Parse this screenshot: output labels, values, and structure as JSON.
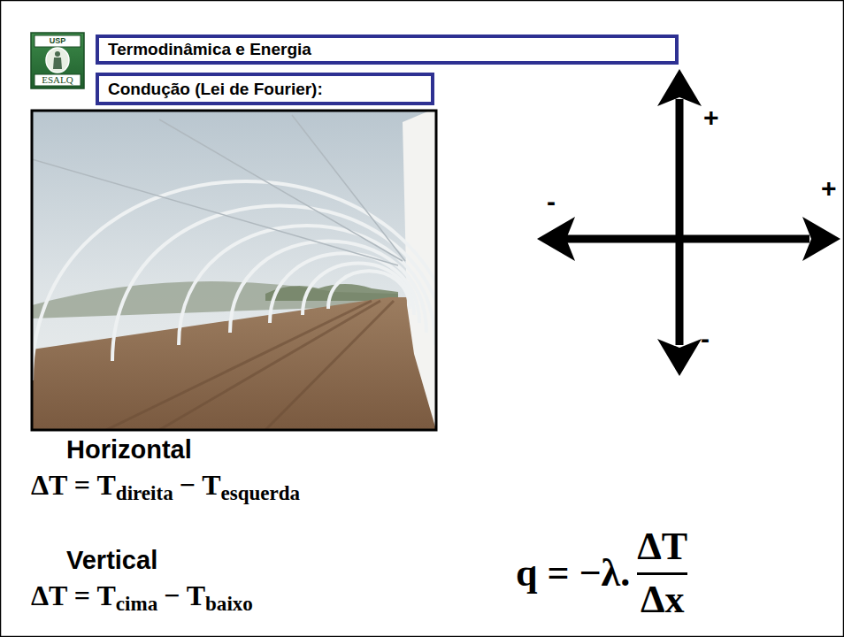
{
  "diagram": {
    "nodes": [
      {
        "text": [
          "Termodinâmica e Energia"
        ]
      },
      {
        "text": [
          "Condução (Lei de Fourier):"
        ]
      }
    ],
    "labels": [
      "USP",
      "ESALQ",
      "+",
      "+",
      "-",
      "-",
      "Horizontal",
      "ΔT = T",
      "direita",
      "− T",
      "esquerda",
      "Vertical",
      "ΔT = T",
      "cima",
      "− T",
      "baixo",
      "q = −λ.",
      "ΔT",
      "Δx"
    ]
  }
}
